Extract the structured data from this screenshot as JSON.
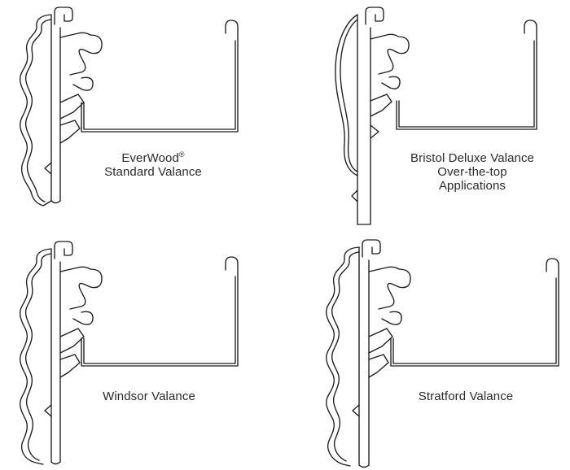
{
  "colors": {
    "background": "#ffffff",
    "line": "#1c1c1c",
    "text": "#2b2b2b"
  },
  "figures": [
    {
      "id": "everwood-standard",
      "caption_lines": [
        "EverWood",
        "Standard Valance"
      ],
      "registered_mark": "®"
    },
    {
      "id": "bristol-deluxe",
      "caption_lines": [
        "Bristol Deluxe Valance",
        "Over-the-top",
        "Applications"
      ]
    },
    {
      "id": "windsor",
      "caption_lines": [
        "Windsor Valance"
      ]
    },
    {
      "id": "stratford",
      "caption_lines": [
        "Stratford Valance"
      ]
    }
  ]
}
